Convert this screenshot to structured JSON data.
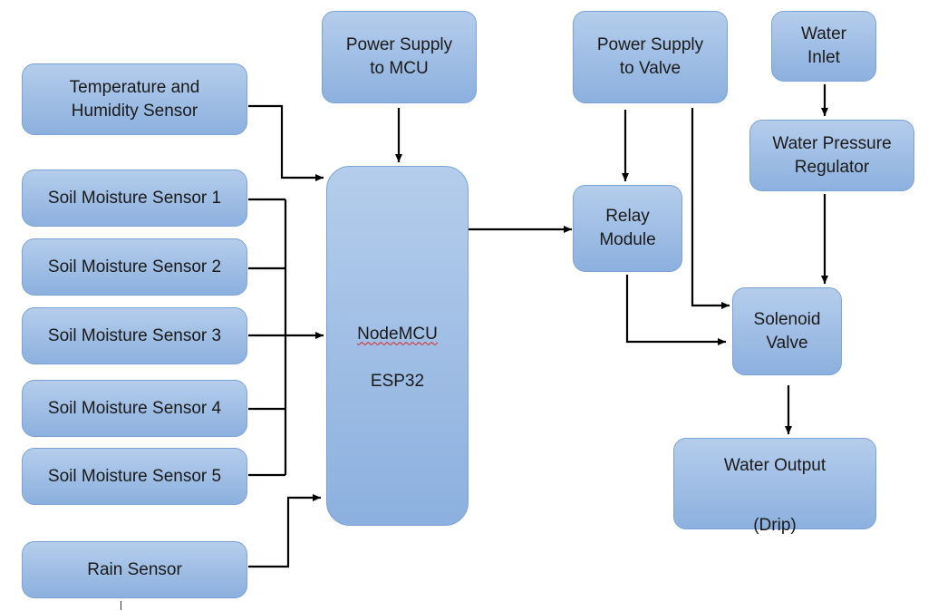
{
  "colors": {
    "box_fill_top": "#b5cdec",
    "box_fill_bottom": "#8cb0df",
    "box_border": "#7aa3d3",
    "line": "#000000"
  },
  "nodes": {
    "temp_humidity": "Temperature and\nHumidity Sensor",
    "soil_1": "Soil Moisture Sensor 1",
    "soil_2": "Soil Moisture Sensor 2",
    "soil_3": "Soil Moisture Sensor 3",
    "soil_4": "Soil Moisture Sensor 4",
    "soil_5": "Soil Moisture Sensor 5",
    "rain": "Rain Sensor",
    "power_mcu": "Power Supply\nto MCU",
    "nodemcu_line1": "NodeMCU",
    "nodemcu_line2": "ESP32",
    "power_valve": "Power Supply\nto Valve",
    "relay": "Relay\nModule",
    "water_inlet": "Water\nInlet",
    "pressure_regulator": "Water Pressure\nRegulator",
    "solenoid": "Solenoid\nValve",
    "water_output_line1": "Water Output",
    "water_output_line2": "(Drip)"
  }
}
